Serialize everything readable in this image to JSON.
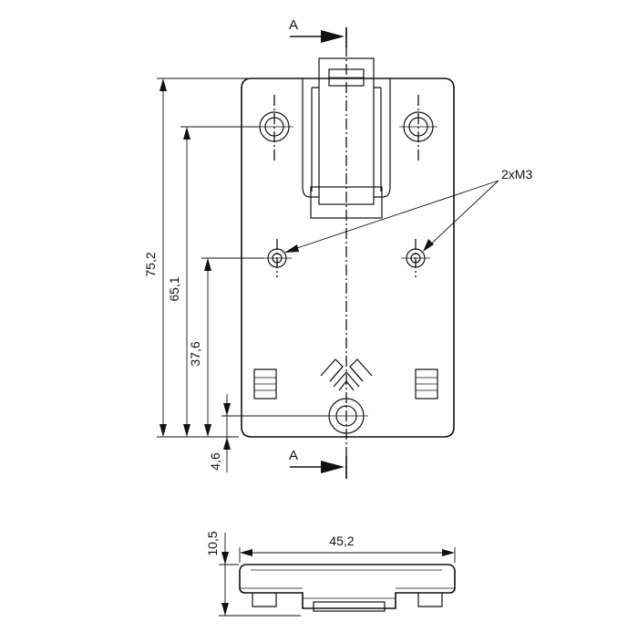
{
  "section_label_top": "A",
  "section_label_bottom": "A",
  "thread_callout": "2xM3",
  "dimensions": {
    "total_height": "75,2",
    "upper_holes": "65,1",
    "lower_holes": "37,6",
    "bottom_hole": "4,6",
    "side_height": "10,5",
    "width": "45,2"
  }
}
